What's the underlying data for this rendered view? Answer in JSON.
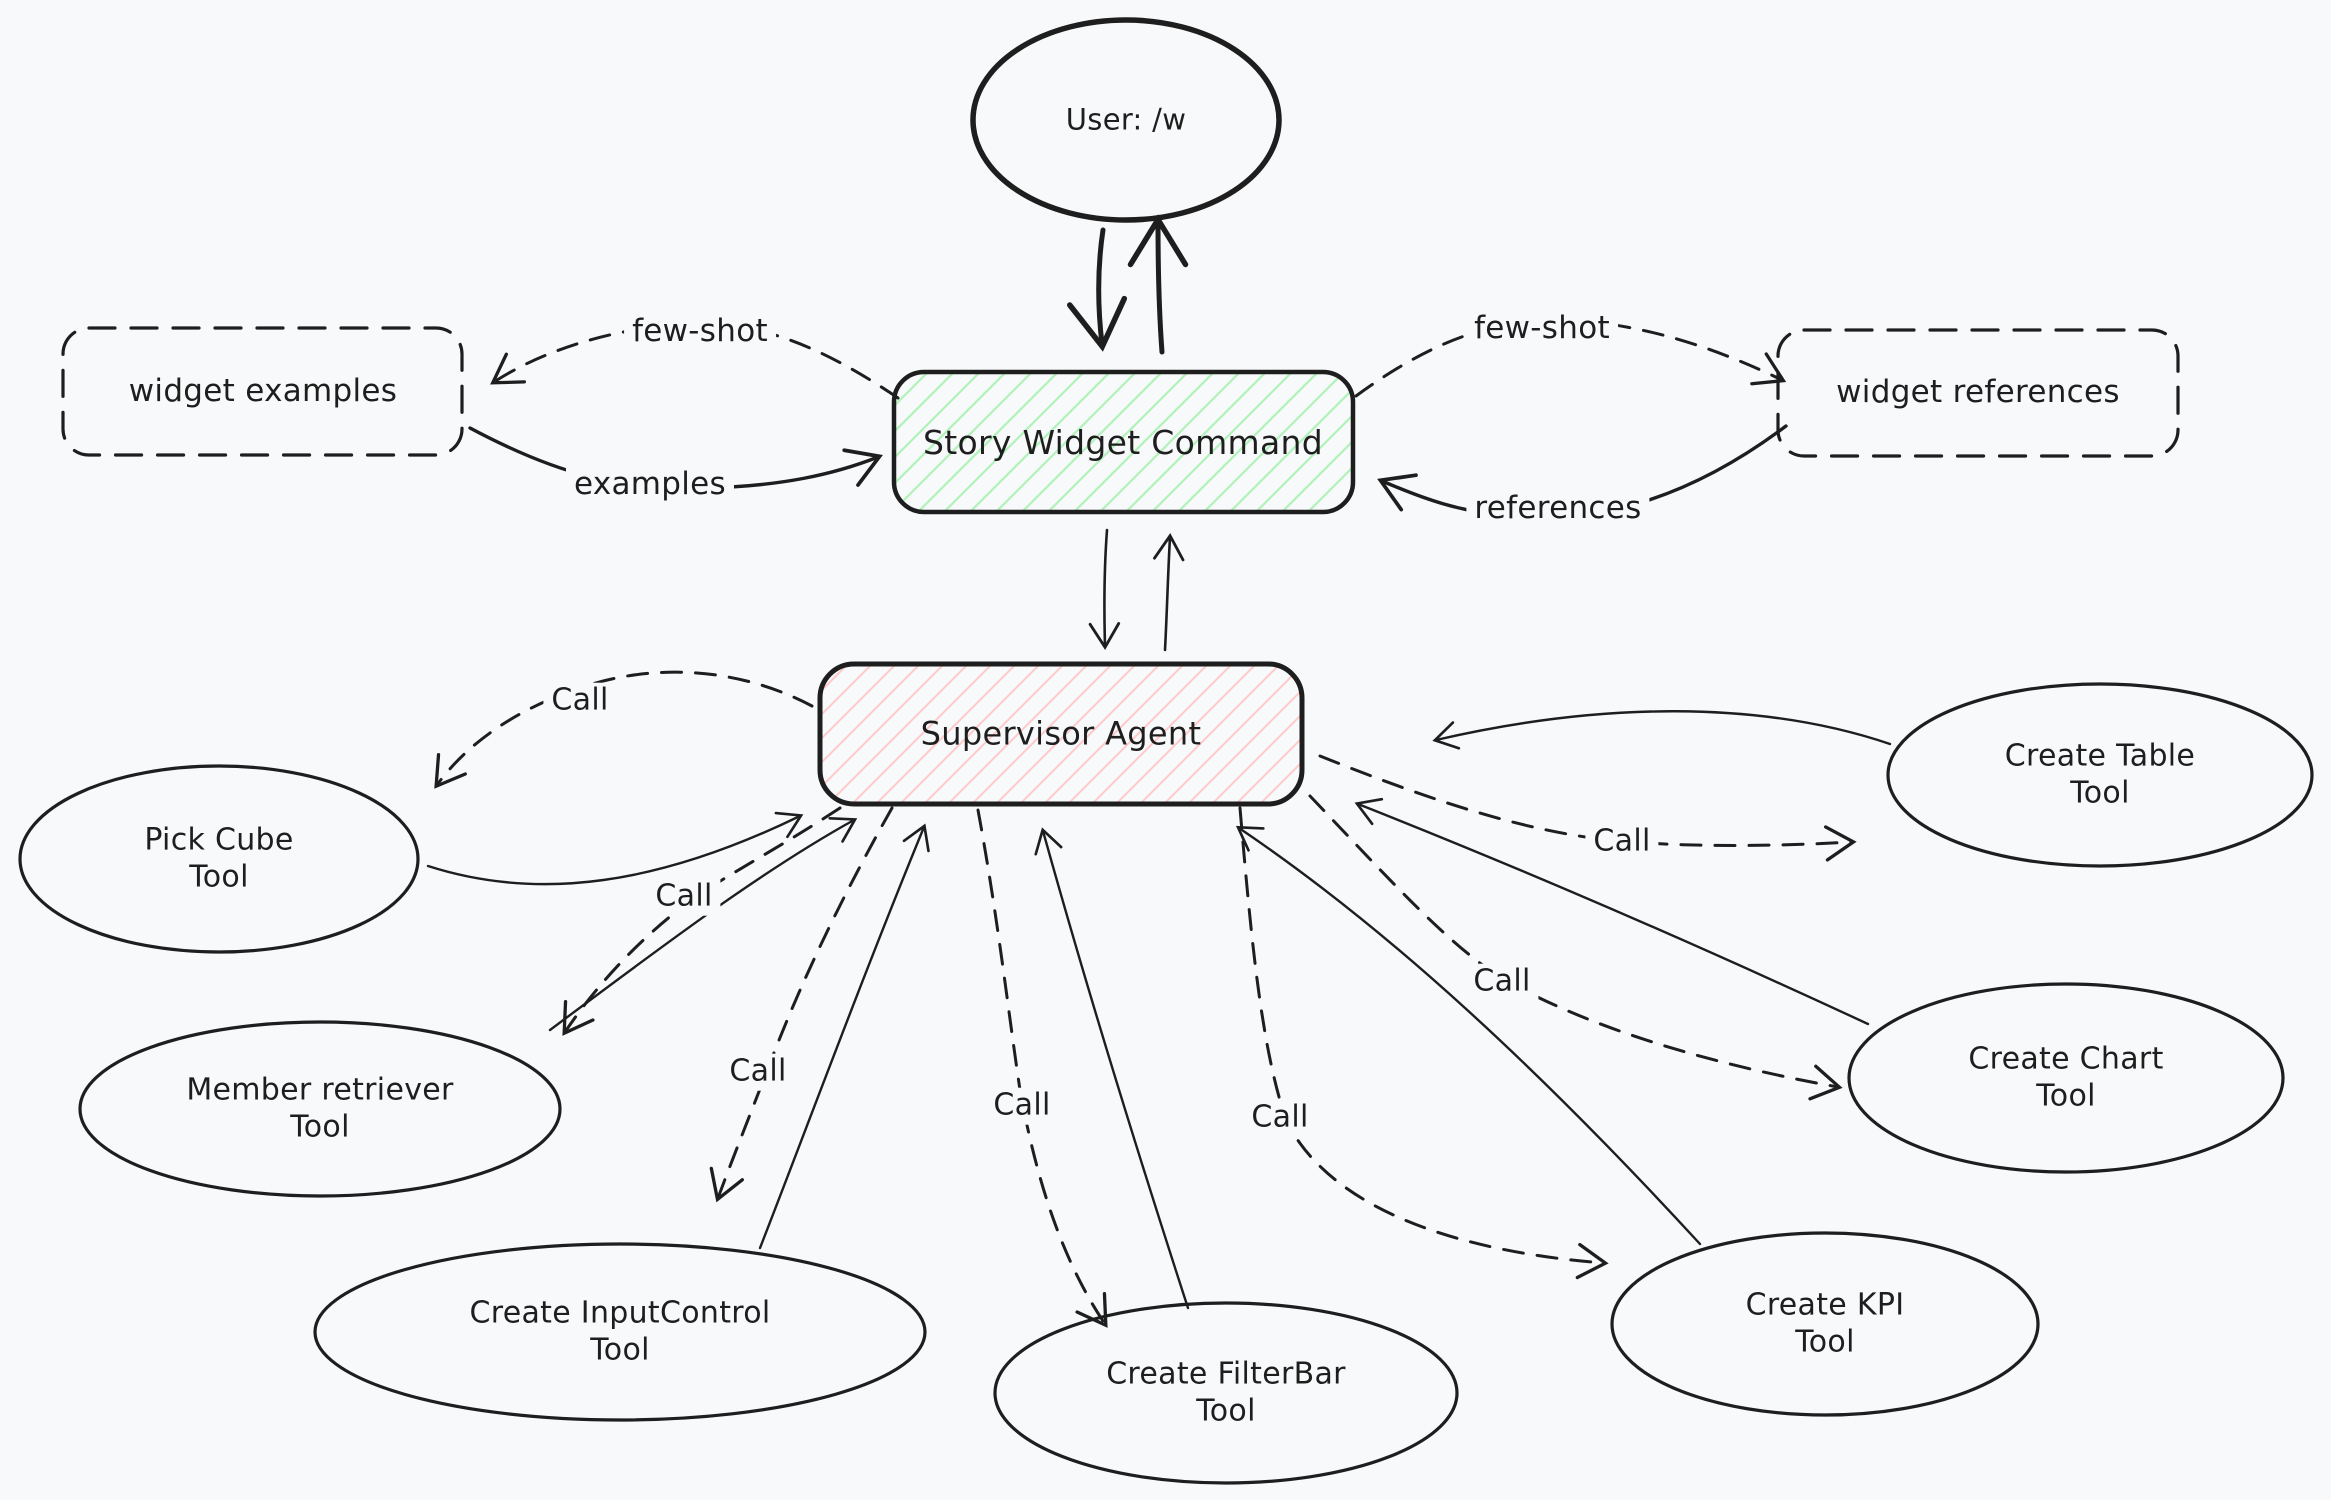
{
  "canvas": {
    "background": "#f8f9fa",
    "stroke_color": "#1e1e1e",
    "green_hatch": "#b2f2bb",
    "red_hatch": "#ffc9c9"
  },
  "nodes": {
    "user": {
      "label": "User: /w"
    },
    "story_widget_command": {
      "label": "Story Widget Command"
    },
    "widget_examples": {
      "label": "widget examples"
    },
    "widget_references": {
      "label": "widget references"
    },
    "supervisor_agent": {
      "label": "Supervisor Agent"
    },
    "pick_cube_tool": {
      "label": "Pick Cube\nTool"
    },
    "member_retriever_tool": {
      "label": "Member retriever\nTool"
    },
    "create_inputcontrol_tool": {
      "label": "Create InputControl\nTool"
    },
    "create_filterbar_tool": {
      "label": "Create FilterBar\nTool"
    },
    "create_kpi_tool": {
      "label": "Create KPI\nTool"
    },
    "create_chart_tool": {
      "label": "Create Chart\nTool"
    },
    "create_table_tool": {
      "label": "Create Table\nTool"
    }
  },
  "edge_labels": {
    "few_shot_left": "few-shot",
    "few_shot_right": "few-shot",
    "examples": "examples",
    "references": "references",
    "call": "Call"
  }
}
